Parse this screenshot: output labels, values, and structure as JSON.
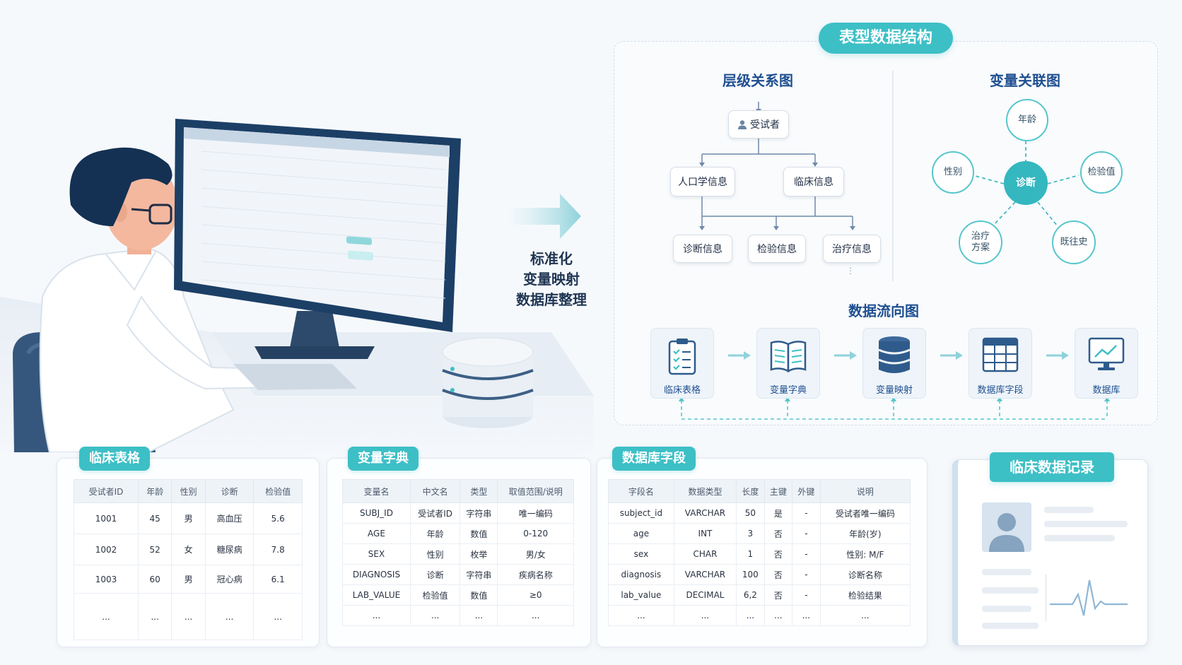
{
  "structure_title": "表型数据结构",
  "process_text": {
    "line1": "标准化",
    "line2": "变量映射",
    "line3": "数据库整理"
  },
  "hierarchy": {
    "title": "层级关系图",
    "root": "受试者",
    "level2": [
      "人口学信息",
      "临床信息"
    ],
    "level3": [
      "诊断信息",
      "检验信息",
      "治疗信息"
    ]
  },
  "variables": {
    "title": "变量关联图",
    "center": "诊断",
    "nodes": [
      "年龄",
      "性别",
      "检验值",
      "治疗\n方案",
      "既往史"
    ]
  },
  "flow": {
    "title": "数据流向图",
    "steps": [
      "临床表格",
      "变量字典",
      "变量映射",
      "数据库字段",
      "数据库"
    ]
  },
  "clinical_table": {
    "title": "临床表格",
    "headers": [
      "受试者ID",
      "年龄",
      "性别",
      "诊断",
      "检验值"
    ],
    "rows": [
      [
        "1001",
        "45",
        "男",
        "高血压",
        "5.6"
      ],
      [
        "1002",
        "52",
        "女",
        "糖尿病",
        "7.8"
      ],
      [
        "1003",
        "60",
        "男",
        "冠心病",
        "6.1"
      ],
      [
        "...",
        "...",
        "...",
        "...",
        "..."
      ]
    ]
  },
  "dictionary_table": {
    "title": "变量字典",
    "headers": [
      "变量名",
      "中文名",
      "类型",
      "取值范围/说明"
    ],
    "rows": [
      [
        "SUBJ_ID",
        "受试者ID",
        "字符串",
        "唯一编码"
      ],
      [
        "AGE",
        "年龄",
        "数值",
        "0-120"
      ],
      [
        "SEX",
        "性别",
        "枚举",
        "男/女"
      ],
      [
        "DIAGNOSIS",
        "诊断",
        "字符串",
        "疾病名称"
      ],
      [
        "LAB_VALUE",
        "检验值",
        "数值",
        "≥0"
      ],
      [
        "...",
        "...",
        "...",
        "..."
      ]
    ]
  },
  "db_table": {
    "title": "数据库字段",
    "headers": [
      "字段名",
      "数据类型",
      "长度",
      "主键",
      "外键",
      "说明"
    ],
    "rows": [
      [
        "subject_id",
        "VARCHAR",
        "50",
        "是",
        "-",
        "受试者唯一编码"
      ],
      [
        "age",
        "INT",
        "3",
        "否",
        "-",
        "年龄(岁)"
      ],
      [
        "sex",
        "CHAR",
        "1",
        "否",
        "-",
        "性别: M/F"
      ],
      [
        "diagnosis",
        "VARCHAR",
        "100",
        "否",
        "-",
        "诊断名称"
      ],
      [
        "lab_value",
        "DECIMAL",
        "6,2",
        "否",
        "-",
        "检验结果"
      ],
      [
        "...",
        "...",
        "...",
        "...",
        "...",
        "..."
      ]
    ]
  },
  "record": {
    "title": "临床数据记录"
  },
  "colors": {
    "accent": "#3dbfc6",
    "title_blue": "#1f4f91",
    "navy": "#1c3f66"
  }
}
